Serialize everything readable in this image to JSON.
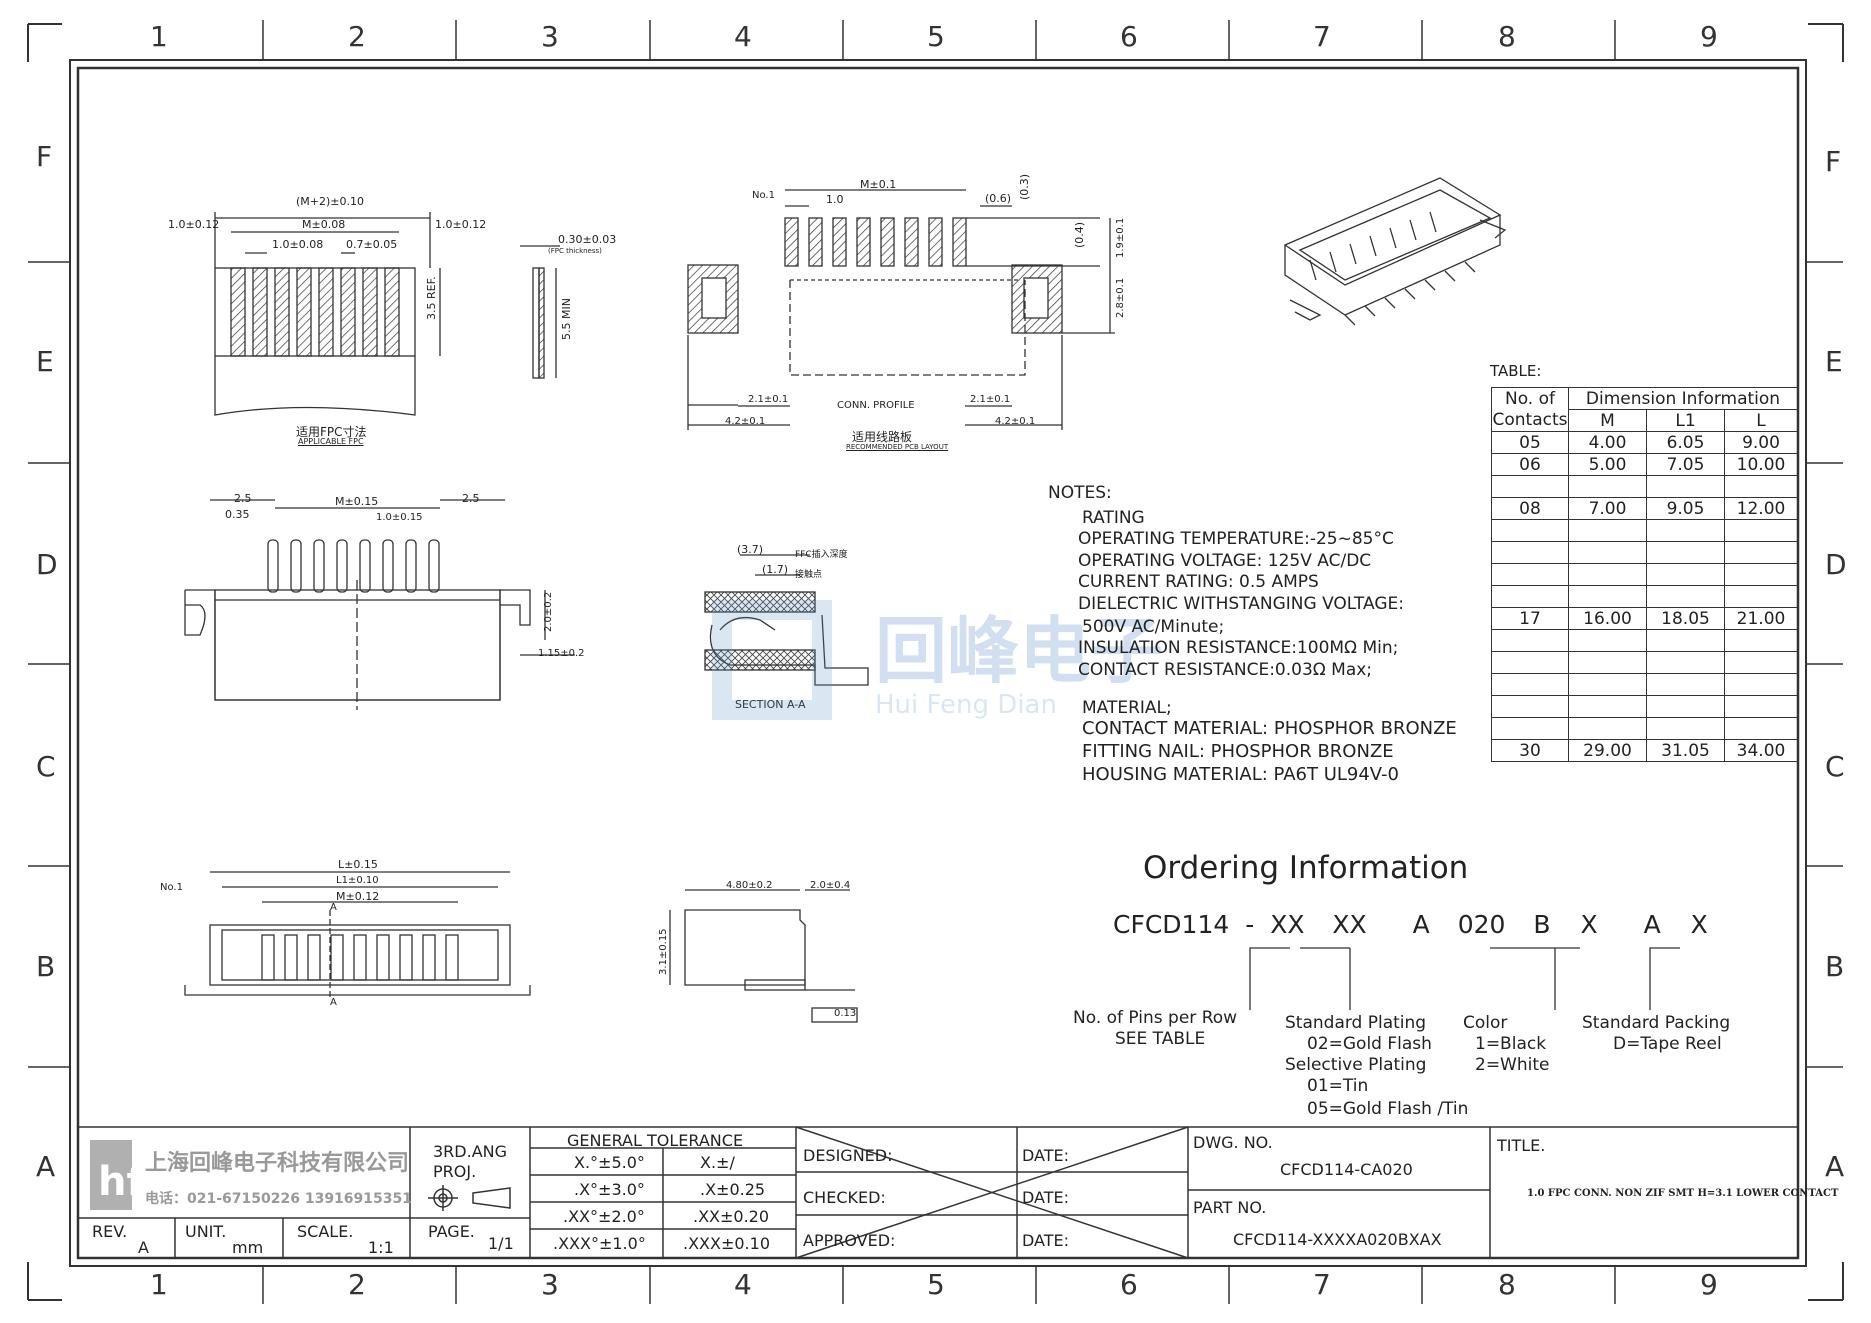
{
  "grid": {
    "cols": [
      "1",
      "2",
      "3",
      "4",
      "5",
      "6",
      "7",
      "8",
      "9"
    ],
    "rows": [
      "F",
      "E",
      "D",
      "C",
      "B",
      "A"
    ]
  },
  "views": {
    "fpc": {
      "m2": "(M+2)±0.10",
      "m": "M±0.08",
      "edge_left": "1.0±0.12",
      "edge_right": "1.0±0.12",
      "pitch": "1.0±0.08",
      "width": "0.7±0.05",
      "ref": "3.5 REF.",
      "cn_label": "适用FPC寸法",
      "en_label": "APPLICABLE FPC",
      "thickness": "0.30±0.03",
      "thickness_note": "(FPC thickness)",
      "min": "5.5 MIN"
    },
    "pcb": {
      "no1": "No.1",
      "m": "M±0.1",
      "pitch": "1.0",
      "d06": "(0.6)",
      "d03": "(0.3)",
      "d04": "(0.4)",
      "d19": "1.9±0.1",
      "d28": "2.8±0.1",
      "left21": "2.1±0.1",
      "right21": "2.1±0.1",
      "left42": "4.2±0.1",
      "right42": "4.2±0.1",
      "profile": "CONN. PROFILE",
      "cn_label": "适用线路板",
      "en_label": "RECOMMENDED PCB LAYOUT"
    },
    "front": {
      "d25a": "2.5",
      "d25b": "2.5",
      "d035": "0.35",
      "m": "M±0.15",
      "pitch": "1.0±0.15",
      "d20": "2.0±0.2",
      "d115": "1.15±0.2"
    },
    "section": {
      "d37": "(3.7)",
      "d17": "(1.7)",
      "fpc_depth": "FFC插入深度",
      "contact": "接触点",
      "label": "SECTION A-A"
    },
    "bottom": {
      "l": "L±0.15",
      "l1": "L1±0.10",
      "m": "M±0.12",
      "no1": "No.1",
      "a": "A"
    },
    "side": {
      "d480": "4.80±0.2",
      "d20": "2.0±0.4",
      "d31": "3.1±0.15",
      "flat": "0.13"
    }
  },
  "watermark": {
    "cn": "回峰电子",
    "en": "Hui Feng Dian"
  },
  "notes": {
    "title": "NOTES:",
    "lines": [
      "RATING",
      "OPERATING TEMPERATURE:-25~85°C",
      "OPERATING VOLTAGE: 125V AC/DC",
      "CURRENT RATING: 0.5 AMPS",
      "DIELECTRIC WITHSTANGING VOLTAGE:",
      "500V AC/Minute;",
      "INSULATION RESISTANCE:100MΩ Min;",
      "CONTACT RESISTANCE:0.03Ω Max;"
    ],
    "material": [
      "MATERIAL;",
      "CONTACT MATERIAL: PHOSPHOR BRONZE",
      "FITTING NAIL: PHOSPHOR BRONZE",
      "HOUSING MATERIAL: PA6T UL94V-0"
    ]
  },
  "table": {
    "caption": "TABLE:",
    "h_no": "No. of",
    "h_contacts": "Contacts",
    "h_dim": "Dimension Information",
    "h_m": "M",
    "h_l1": "L1",
    "h_l": "L",
    "rows": [
      [
        "05",
        "4.00",
        "6.05",
        "9.00"
      ],
      [
        "06",
        "5.00",
        "7.05",
        "10.00"
      ],
      [
        "",
        "",
        "",
        ""
      ],
      [
        "08",
        "7.00",
        "9.05",
        "12.00"
      ],
      [
        "",
        "",
        "",
        ""
      ],
      [
        "",
        "",
        "",
        ""
      ],
      [
        "",
        "",
        "",
        ""
      ],
      [
        "",
        "",
        "",
        ""
      ],
      [
        "17",
        "16.00",
        "18.05",
        "21.00"
      ],
      [
        "",
        "",
        "",
        ""
      ],
      [
        "",
        "",
        "",
        ""
      ],
      [
        "",
        "",
        "",
        ""
      ],
      [
        "",
        "",
        "",
        ""
      ],
      [
        "",
        "",
        "",
        ""
      ],
      [
        "30",
        "29.00",
        "31.05",
        "34.00"
      ]
    ]
  },
  "ordering": {
    "title": "Ordering Information",
    "code": [
      "CFCD114",
      "-",
      "XX",
      "XX",
      "A",
      "020",
      "B",
      "X",
      "A",
      "X"
    ],
    "pins_1": "No. of Pins per Row",
    "pins_2": "SEE TABLE",
    "plating": [
      "Standard Plating",
      "02=Gold Flash",
      "Selective Plating",
      "01=Tin",
      "05=Gold Flash /Tin"
    ],
    "color": [
      "Color",
      "1=Black",
      "2=White"
    ],
    "packing": [
      "Standard Packing",
      "D=Tape Reel"
    ]
  },
  "titleblock": {
    "company": "上海回峰电子科技有限公司",
    "phone": "电话：021-67150226 13916915351",
    "angle": "3RD.ANG",
    "proj": "PROJ.",
    "rev_label": "REV.",
    "rev": "A",
    "unit_label": "UNIT.",
    "unit": "mm",
    "scale_label": "SCALE.",
    "scale": "1:1",
    "page_label": "PAGE.",
    "page": "1/1",
    "tol_title": "GENERAL TOLERANCE",
    "tol": [
      [
        "X.°±5.0°",
        "X.±/"
      ],
      [
        ".X°±3.0°",
        ".X±0.25"
      ],
      [
        ".XX°±2.0°",
        ".XX±0.20"
      ],
      [
        ".XXX°±1.0°",
        ".XXX±0.10"
      ]
    ],
    "designed": "DESIGNED:",
    "checked": "CHECKED:",
    "approved": "APPROVED:",
    "date": "DATE:",
    "dwg_label": "DWG. NO.",
    "dwg": "CFCD114-CA020",
    "part_label": "PART NO.",
    "part": "CFCD114-XXXXA020BXAX",
    "title_label": "TITLE.",
    "title": "1.0 FPC CONN. NON ZIF SMT H=3.1 LOWER CONTACT"
  }
}
